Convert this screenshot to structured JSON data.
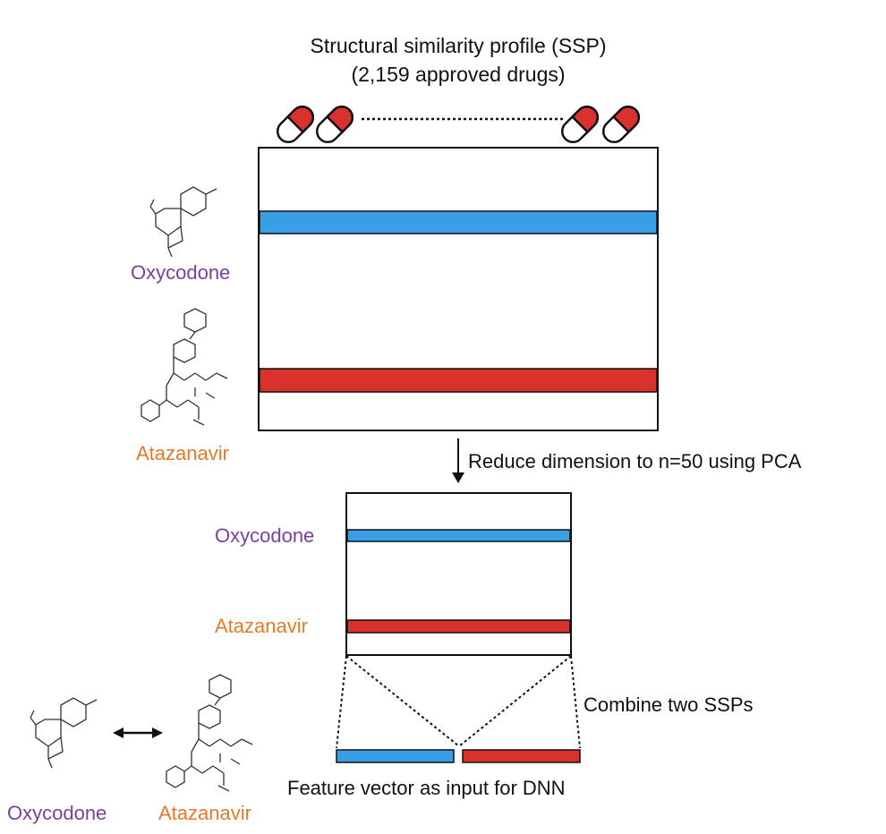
{
  "title_line1": "Structural similarity profile (SSP)",
  "title_line2": "(2,159 approved drugs)",
  "drug_a": "Oxycodone",
  "drug_b": "Atazanavir",
  "step_reduce": "Reduce dimension to n=50 using PCA",
  "step_combine": "Combine two SSPs",
  "feature_caption": "Feature vector as input for DNN",
  "colors": {
    "drug_a_bar": "#3a9ee4",
    "drug_b_bar": "#d9312b",
    "drug_a_label": "#7b3fa0",
    "drug_b_label": "#e8782a",
    "pill_red": "#d9312b"
  },
  "icons": [
    "pill-icon",
    "molecule-structure-icon",
    "down-arrow-icon",
    "double-arrow-icon"
  ]
}
